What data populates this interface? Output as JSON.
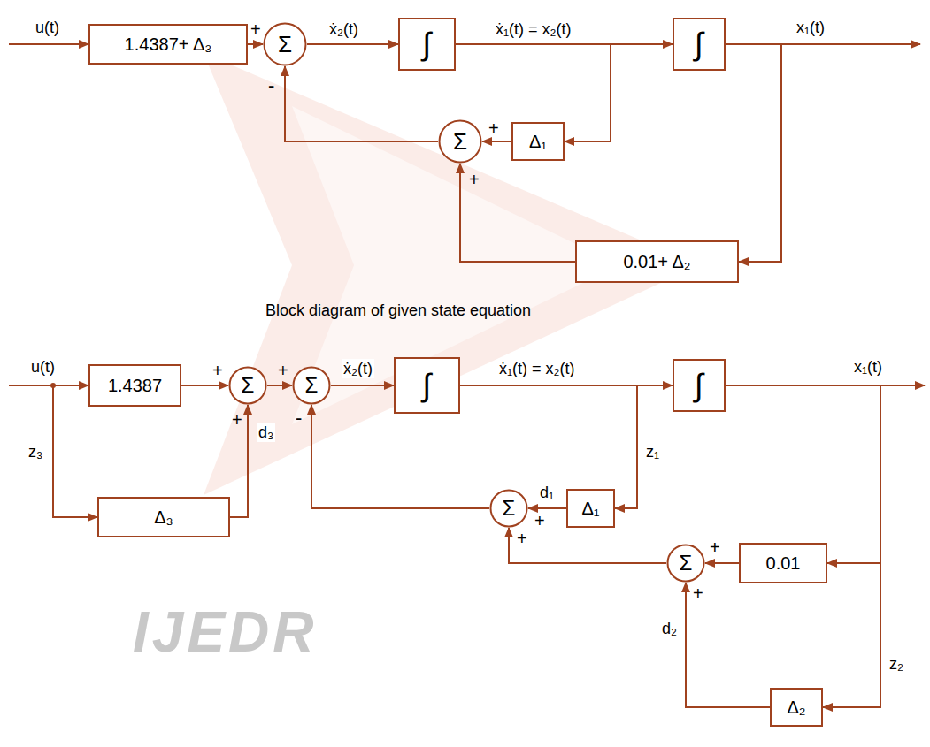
{
  "diagram": {
    "caption": "Block diagram of given state equation",
    "nodes": [
      {
        "text": [
          "1.4387+ Δ₃"
        ]
      },
      {
        "text": [
          "Σ"
        ]
      },
      {
        "text": [
          "∫"
        ]
      },
      {
        "text": [
          "∫"
        ]
      },
      {
        "text": [
          "Σ"
        ]
      },
      {
        "text": [
          "Δ₁"
        ]
      },
      {
        "text": [
          "0.01+ Δ₂"
        ]
      },
      {
        "text": [
          "1.4387"
        ]
      },
      {
        "text": [
          "Σ"
        ]
      },
      {
        "text": [
          "Σ"
        ]
      },
      {
        "text": [
          "∫"
        ]
      },
      {
        "text": [
          "∫"
        ]
      },
      {
        "text": [
          "Δ₃"
        ]
      },
      {
        "text": [
          "Σ"
        ]
      },
      {
        "text": [
          "Δ₁"
        ]
      },
      {
        "text": [
          "0.01"
        ]
      },
      {
        "text": [
          "Σ"
        ]
      },
      {
        "text": [
          "Δ₂"
        ]
      }
    ],
    "edges": [
      {
        "from": 0,
        "to": 1,
        "arrow": "to"
      },
      {
        "from": 1,
        "to": 2,
        "label": "ẋ₂(t)",
        "arrow": "to"
      },
      {
        "from": 2,
        "to": 3,
        "label": "ẋ₁(t) = x₂(t)",
        "arrow": "to"
      },
      {
        "from": 2,
        "to": 5,
        "arrow": "to"
      },
      {
        "from": 5,
        "to": 4,
        "arrow": "to"
      },
      {
        "from": 3,
        "to": 6,
        "arrow": "to"
      },
      {
        "from": 6,
        "to": 4,
        "arrow": "to"
      },
      {
        "from": 4,
        "to": 1,
        "arrow": "to"
      },
      {
        "from": 7,
        "to": 8,
        "arrow": "to"
      },
      {
        "from": 12,
        "to": 8,
        "label": "d₃",
        "arrow": "to"
      },
      {
        "from": 8,
        "to": 9,
        "arrow": "to"
      },
      {
        "from": 9,
        "to": 10,
        "label": "ẋ₂(t)",
        "arrow": "to"
      },
      {
        "from": 10,
        "to": 11,
        "label": "ẋ₁(t) = x₂(t)",
        "arrow": "to"
      },
      {
        "from": 10,
        "to": 14,
        "label": "z₁",
        "arrow": "to"
      },
      {
        "from": 14,
        "to": 13,
        "label": "d₁",
        "arrow": "to"
      },
      {
        "from": 11,
        "to": 15,
        "arrow": "to"
      },
      {
        "from": 11,
        "to": 17,
        "label": "z₂",
        "arrow": "to"
      },
      {
        "from": 15,
        "to": 16,
        "arrow": "to"
      },
      {
        "from": 17,
        "to": 16,
        "label": "d₂",
        "arrow": "to"
      },
      {
        "from": 16,
        "to": 13,
        "arrow": "to"
      },
      {
        "from": 13,
        "to": 9,
        "arrow": "to"
      }
    ],
    "labels": [
      "u(t)",
      "+",
      "-",
      "+",
      "+",
      "x₁(t)",
      "u(t)",
      "+",
      "+",
      "+",
      "-",
      "x₁(t)",
      "z₃",
      "+",
      "+",
      "+",
      "+",
      "IJEDR"
    ]
  }
}
